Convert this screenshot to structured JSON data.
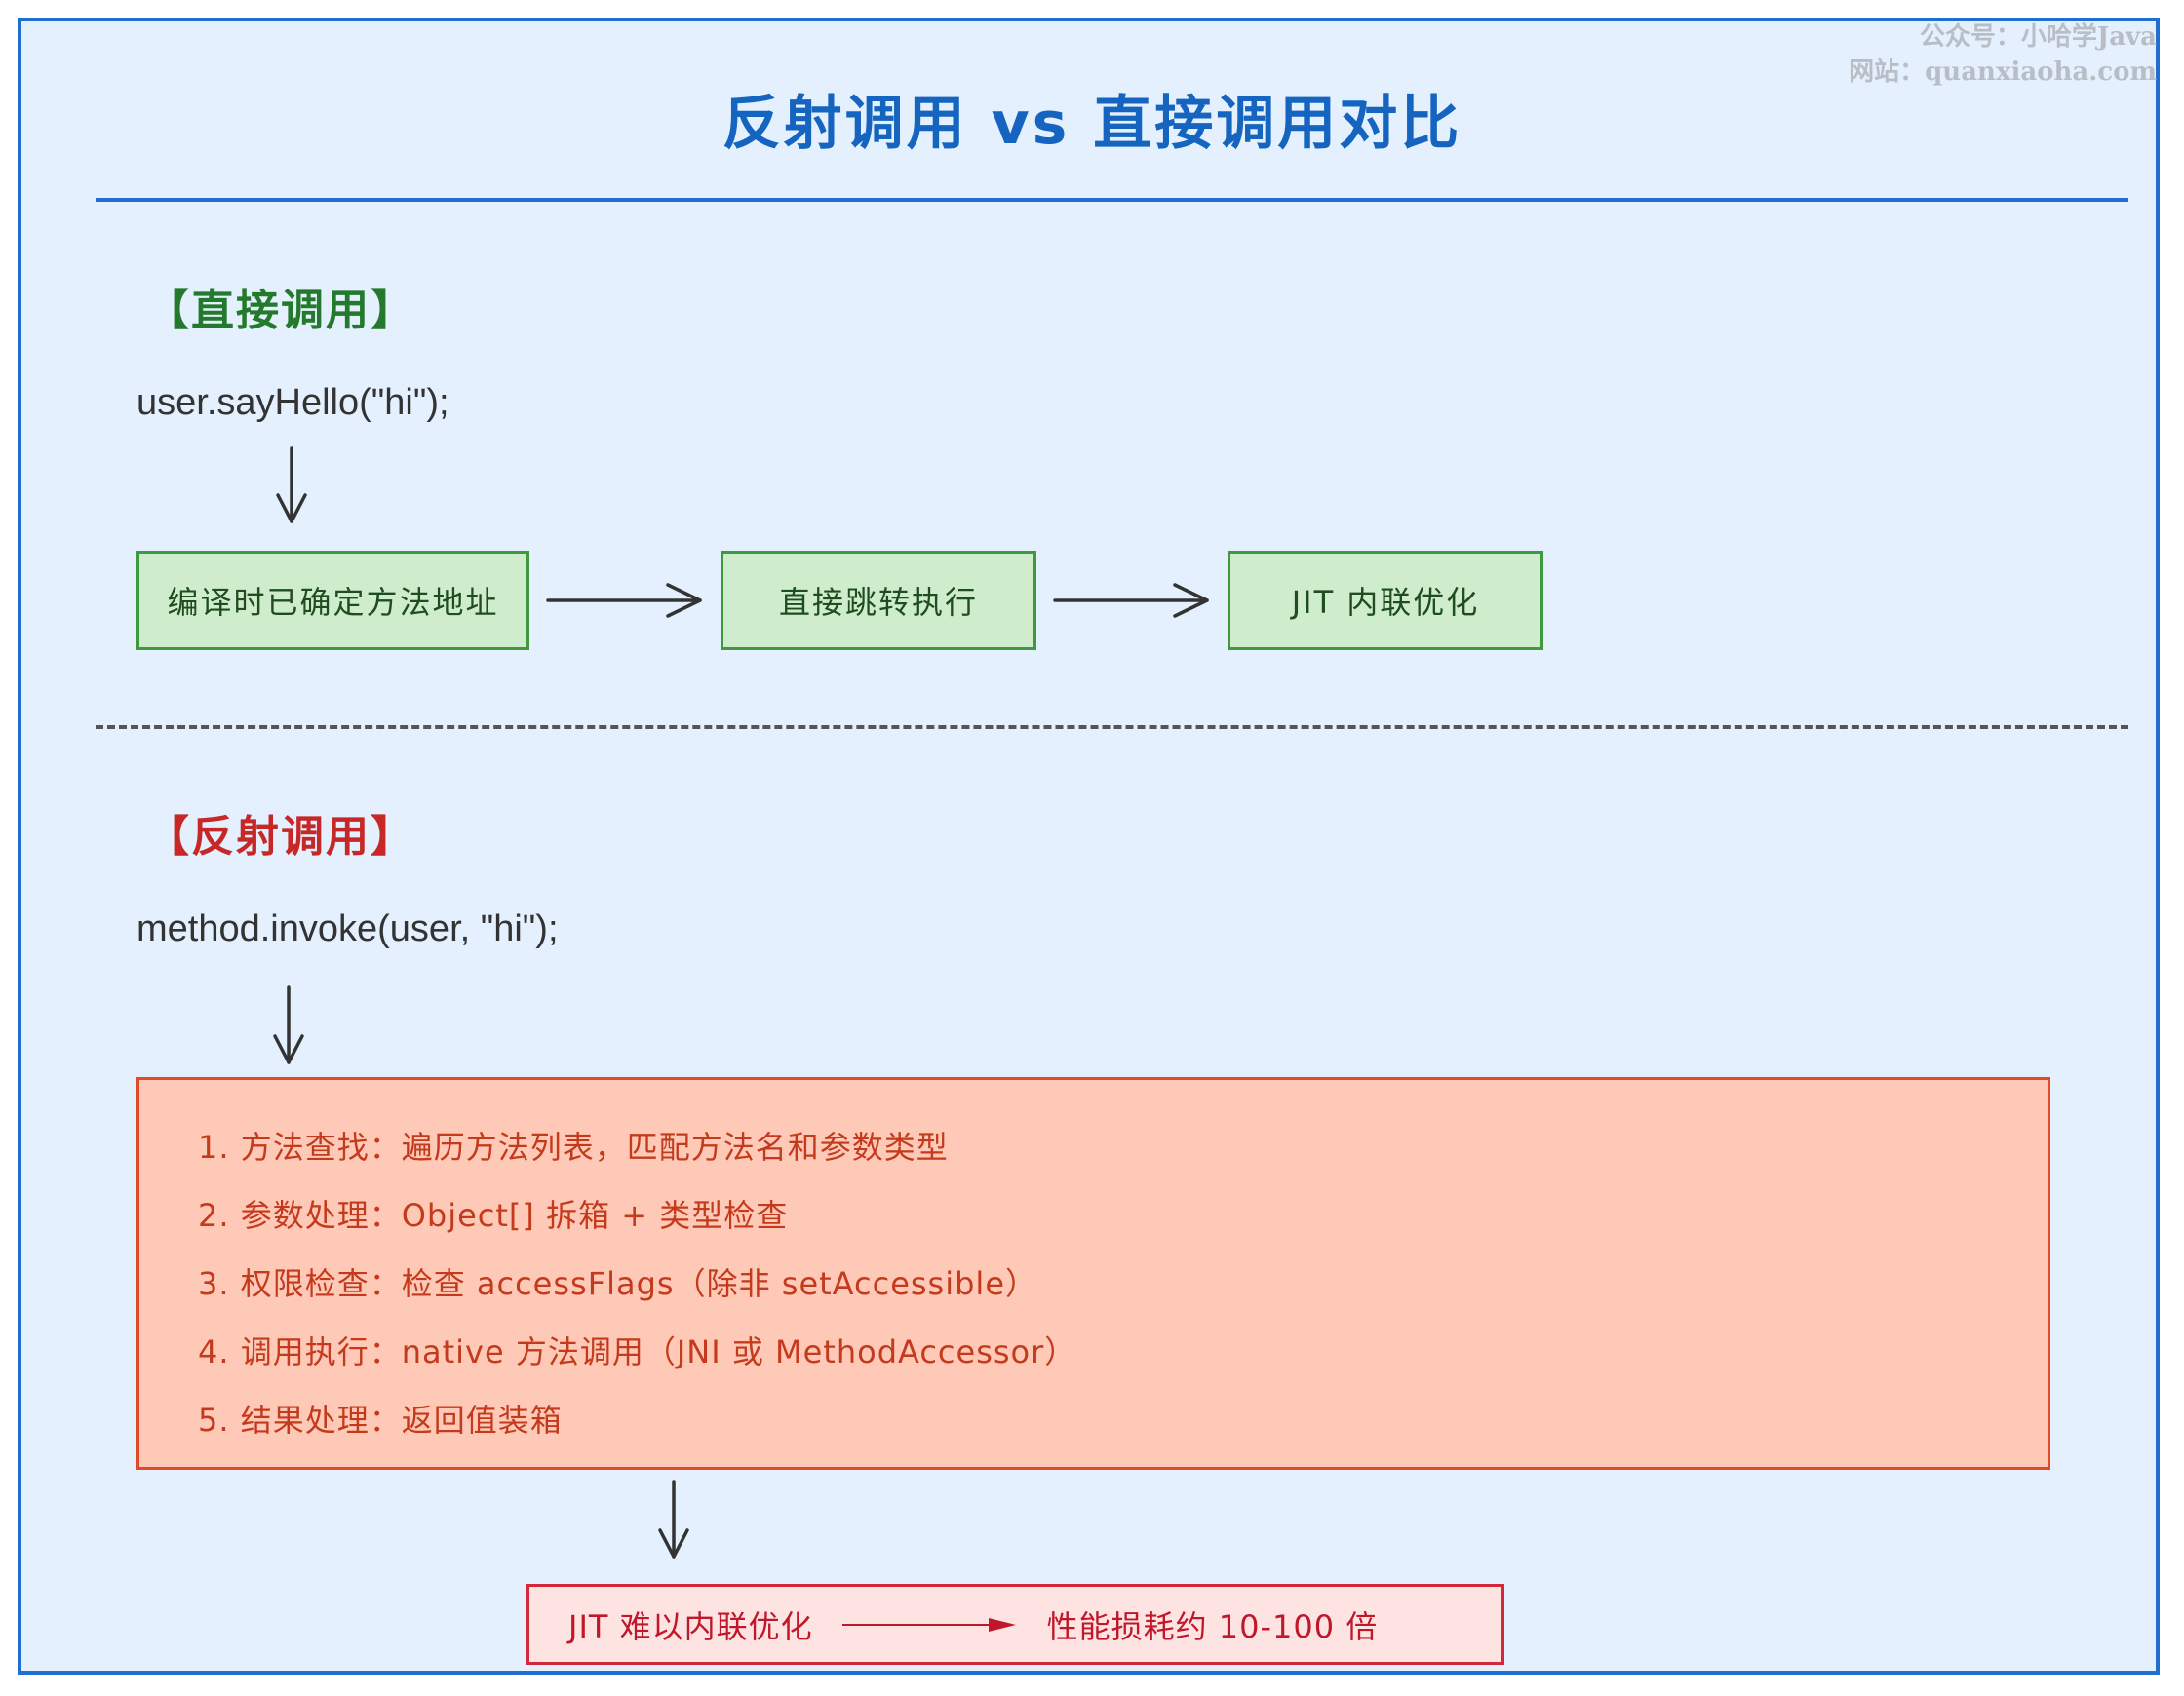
{
  "watermark": {
    "line1": "公众号：小哈学Java",
    "line2": "网站：quanxiaoha.com"
  },
  "title": "反射调用 vs 直接调用对比",
  "direct": {
    "heading": "【直接调用】",
    "code": "user.sayHello(\"hi\");",
    "boxes": [
      "编译时已确定方法地址",
      "直接跳转执行",
      "JIT 内联优化"
    ]
  },
  "reflect": {
    "heading": "【反射调用】",
    "code": "method.invoke(user, \"hi\");",
    "steps": [
      "1. 方法查找：遍历方法列表，匹配方法名和参数类型",
      "2. 参数处理：Object[] 拆箱 + 类型检查",
      "3. 权限检查：检查 accessFlags（除非 setAccessible）",
      "4. 调用执行：native 方法调用（JNI 或 MethodAccessor）",
      "5. 结果处理：返回值装箱"
    ],
    "result_left": "JIT 难以内联优化",
    "result_right": "性能损耗约 10-100 倍"
  },
  "colors": {
    "frame": "#1e6fd0",
    "background": "#e4f0fd",
    "green_fill": "#cfedcc",
    "green_border": "#3f9a3f",
    "red_fill": "#ffc9b8",
    "red_border": "#e04a2a",
    "result_border": "#d1283a"
  }
}
